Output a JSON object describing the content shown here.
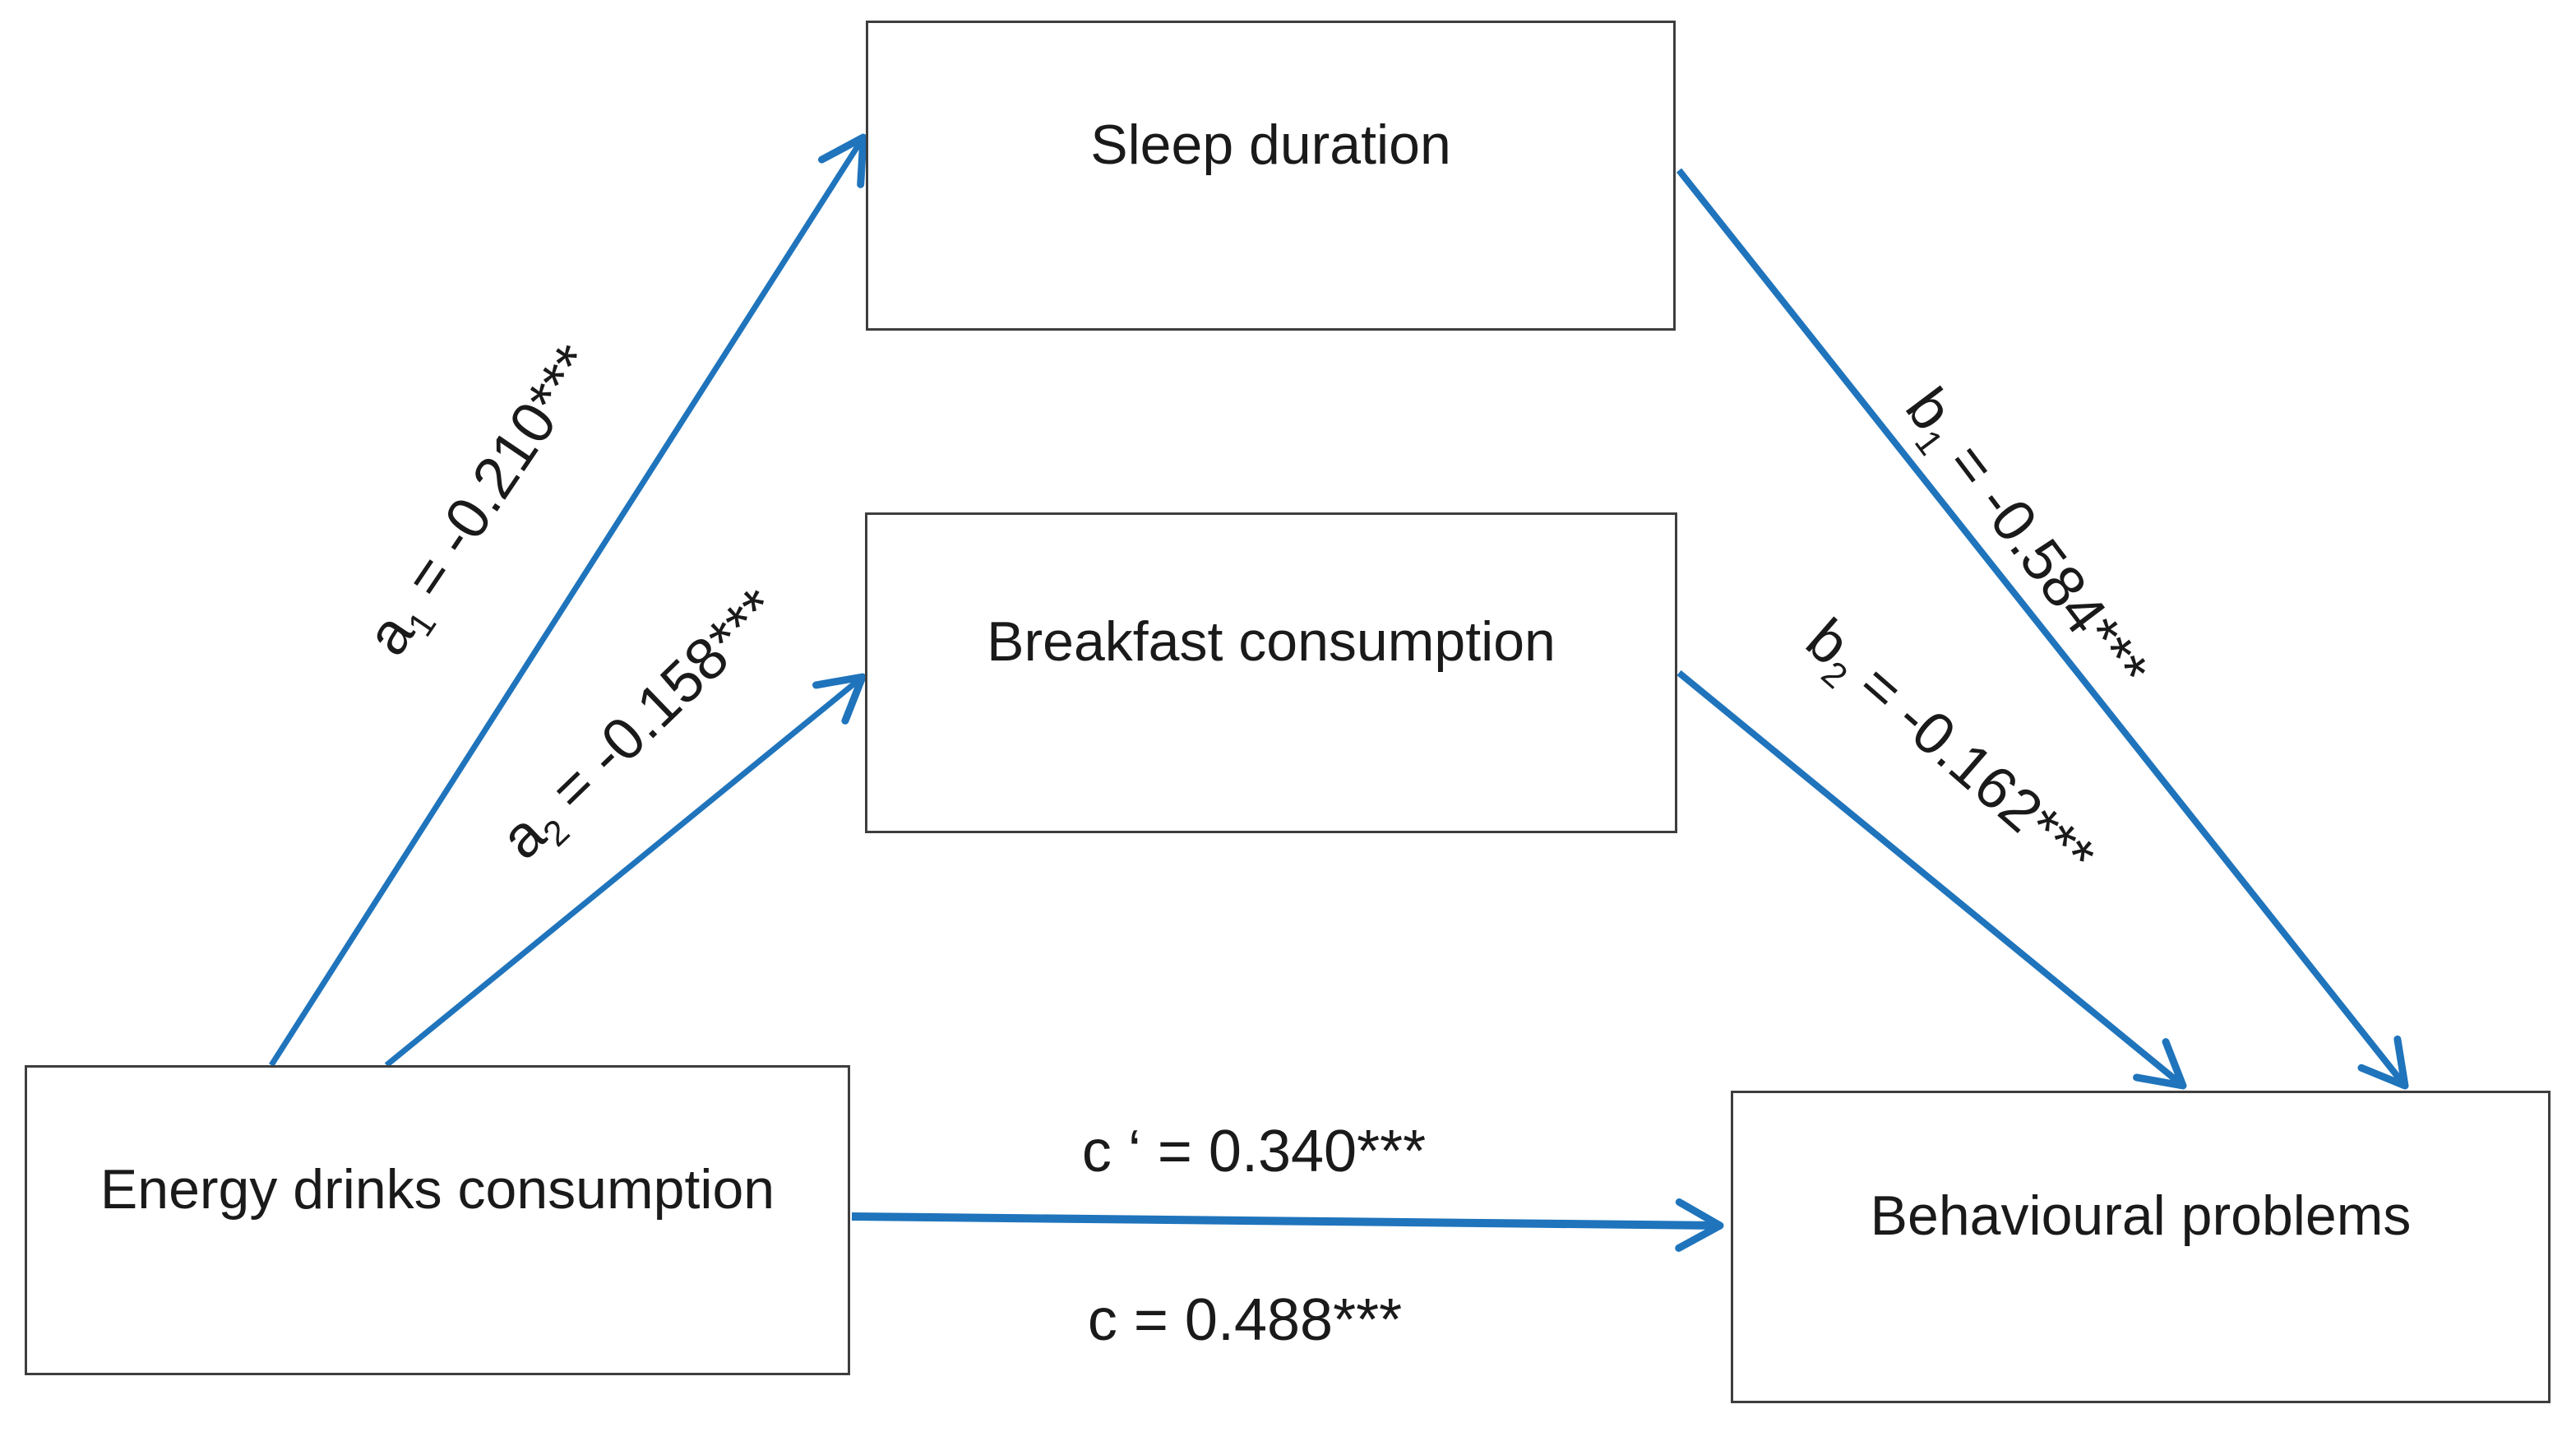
{
  "figure": {
    "type": "mediation-path-diagram",
    "nodes": [
      {
        "id": "sleep",
        "label": "Sleep duration"
      },
      {
        "id": "breakfast",
        "label": "Breakfast consumption"
      },
      {
        "id": "energy",
        "label": "Energy drinks consumption"
      },
      {
        "id": "behaviour",
        "label": "Behavioural problems"
      }
    ],
    "paths": [
      {
        "id": "a1",
        "term": "a",
        "sub": "1",
        "value": " = -0.210***",
        "from": "energy",
        "to": "sleep"
      },
      {
        "id": "a2",
        "term": "a",
        "sub": "2",
        "value": " = -0.158***",
        "from": "energy",
        "to": "breakfast"
      },
      {
        "id": "b1",
        "term": "b",
        "sub": "1",
        "value": " = -0.584***",
        "from": "sleep",
        "to": "behaviour"
      },
      {
        "id": "b2",
        "term": "b",
        "sub": "2",
        "value": " = -0.162***",
        "from": "breakfast",
        "to": "behaviour"
      },
      {
        "id": "c_direct",
        "label": "c ‘ = 0.340***",
        "from": "energy",
        "to": "behaviour"
      },
      {
        "id": "c_total",
        "label": "c = 0.488***",
        "from": "energy",
        "to": "behaviour"
      }
    ],
    "colors": {
      "arrow": "#1F74BC",
      "box_border": "#3E3E3E",
      "text": "#1A1A1A",
      "background": "#FFFFFF"
    }
  }
}
